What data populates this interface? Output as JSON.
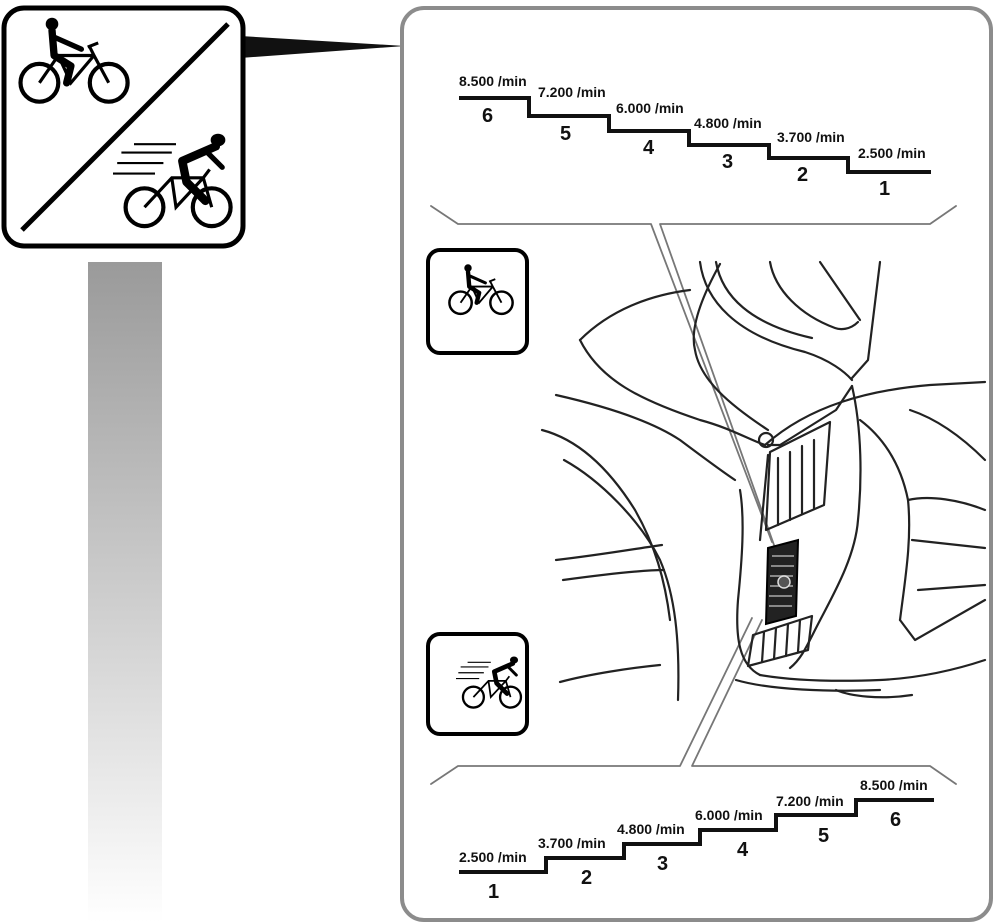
{
  "callout_icon": "bicycle-speed-icon",
  "small_icons": [
    "slow-cyclist-icon",
    "fast-cyclist-icon"
  ],
  "top_scale": {
    "levels": [
      {
        "number": "6",
        "speed": "8.500 /min"
      },
      {
        "number": "5",
        "speed": "7.200 /min"
      },
      {
        "number": "4",
        "speed": "6.000 /min"
      },
      {
        "number": "3",
        "speed": "4.800 /min"
      },
      {
        "number": "2",
        "speed": "3.700 /min"
      },
      {
        "number": "1",
        "speed": "2.500 /min"
      }
    ]
  },
  "bottom_scale": {
    "levels": [
      {
        "number": "1",
        "speed": "2.500 /min"
      },
      {
        "number": "2",
        "speed": "3.700 /min"
      },
      {
        "number": "3",
        "speed": "4.800 /min"
      },
      {
        "number": "4",
        "speed": "6.000 /min"
      },
      {
        "number": "5",
        "speed": "7.200 /min"
      },
      {
        "number": "6",
        "speed": "8.500 /min"
      }
    ]
  },
  "colors": {
    "line": "#111111",
    "frame": "#8c8c8c",
    "panel": "#ffffff"
  }
}
